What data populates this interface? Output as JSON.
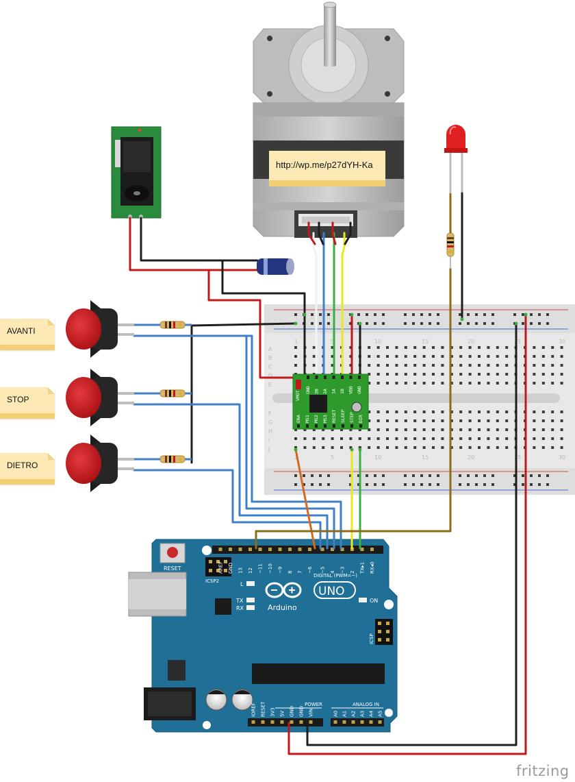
{
  "labels": {
    "avanti": "AVANTI",
    "stop": "STOP",
    "dietro": "DIETRO",
    "motor_url": "http://wp.me/p27dYH-Ka",
    "fritzing": "fritzing"
  },
  "breadboard": {
    "column_numbers": [
      "1",
      "5",
      "10",
      "15",
      "20",
      "25",
      "30"
    ],
    "row_letters_top": [
      "A",
      "B",
      "C",
      "D",
      "E"
    ],
    "row_letters_bottom": [
      "F",
      "G",
      "H",
      "I",
      "J"
    ]
  },
  "driver": {
    "top_pins": [
      "GND",
      "2B",
      "2A",
      "1A",
      "1B",
      "VDD",
      "GND"
    ],
    "side_pin": "VMOT",
    "bottom_pins": [
      "ENA",
      "MS1",
      "MS2",
      "MS3",
      "RESET",
      "SLEEP",
      "STEP",
      "DIR"
    ]
  },
  "arduino": {
    "board_name": "Arduino",
    "model": "UNO",
    "reset_label": "RESET",
    "icsp2_label": "ICSP2",
    "icsp_label": "ICSP",
    "digital_label": "DIGITAL (PWM=~)",
    "power_label": "POWER",
    "analog_label": "ANALOG IN",
    "led_labels": [
      "L",
      "TX",
      "RX",
      "ON"
    ],
    "digital_pins": [
      "AREF",
      "GND",
      "13",
      "12",
      "~11",
      "~10",
      "~9",
      "8",
      "7",
      "~6",
      "~5",
      "4",
      "~3",
      "2",
      "TX▸1",
      "RX◂0"
    ],
    "power_pins": [
      "IOREF",
      "RESET",
      "3V3",
      "5V",
      "GND",
      "GND",
      "VIN"
    ],
    "analog_pins": [
      "A0",
      "A1",
      "A2",
      "A3",
      "A4",
      "A5"
    ]
  },
  "colors": {
    "wire_red": "#c0181b",
    "wire_black": "#1e1e1e",
    "wire_blue": "#3f7fc5",
    "wire_green": "#3cae3e",
    "wire_yellow": "#e8e81a",
    "wire_white": "#f2f2f2",
    "wire_brown": "#8b6c1c",
    "wire_orange": "#d2691e",
    "arduino_board": "#1f6f97",
    "driver_board": "#2e9a2c",
    "button_cap": "#c8151b",
    "led": "#e02020",
    "capacitor": "#233580"
  }
}
